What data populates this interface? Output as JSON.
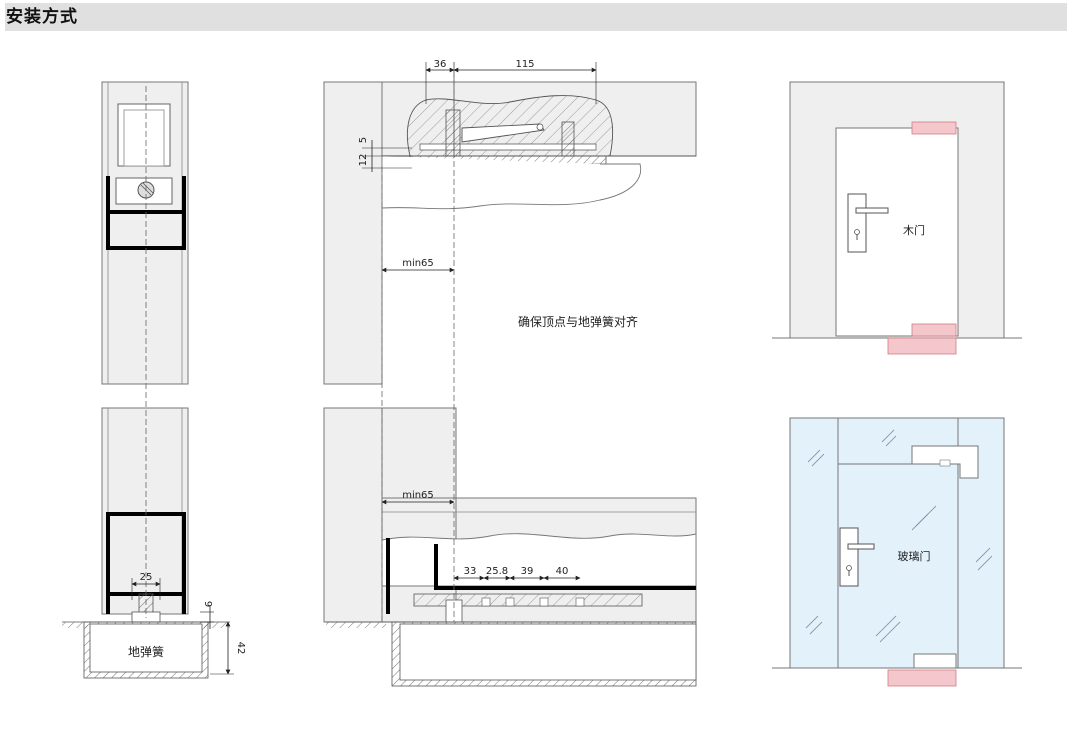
{
  "header": {
    "title": "安装方式"
  },
  "colors": {
    "panel": "#efefef",
    "frame": "#000000",
    "glass": "#e3f1fb",
    "hinge": "#f3c7cb",
    "hinge_border": "#d47c84"
  },
  "labels": {
    "floor_spring": "地弹簧",
    "dim_25": "25",
    "dim_9": "9",
    "dim_42": "42",
    "dim_36": "36",
    "dim_115": "115",
    "dim_5": "5",
    "dim_12": "12",
    "min65_top": "min65",
    "min65_bottom": "min65",
    "align_note": "确保顶点与地弹簧对齐",
    "dim_33": "33",
    "dim_25_8": "25.8",
    "dim_39": "39",
    "dim_40": "40",
    "wood_door": "木门",
    "glass_door": "玻璃门"
  }
}
